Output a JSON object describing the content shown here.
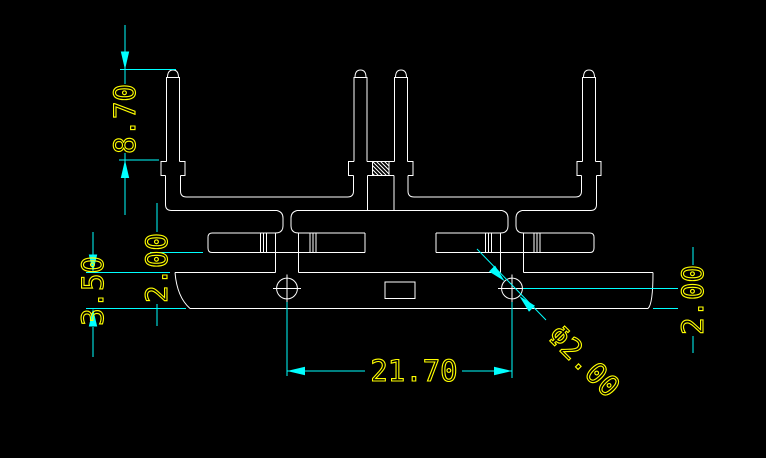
{
  "drawing": {
    "title": "connector-terminal-section-cad-drawing",
    "background_color": "#000000",
    "geometry_color": "#FFFFFF",
    "dimension_line_color": "#00FFFF",
    "dimension_text_color": "#FFFF00",
    "dimensions": {
      "pin_height": "8.70",
      "latch_to_base": "2.00",
      "base_thickness": "3.50",
      "hole_pitch": "21.70",
      "hole_center_to_bottom": "2.00",
      "hole_diameter": "Φ2.00"
    }
  }
}
